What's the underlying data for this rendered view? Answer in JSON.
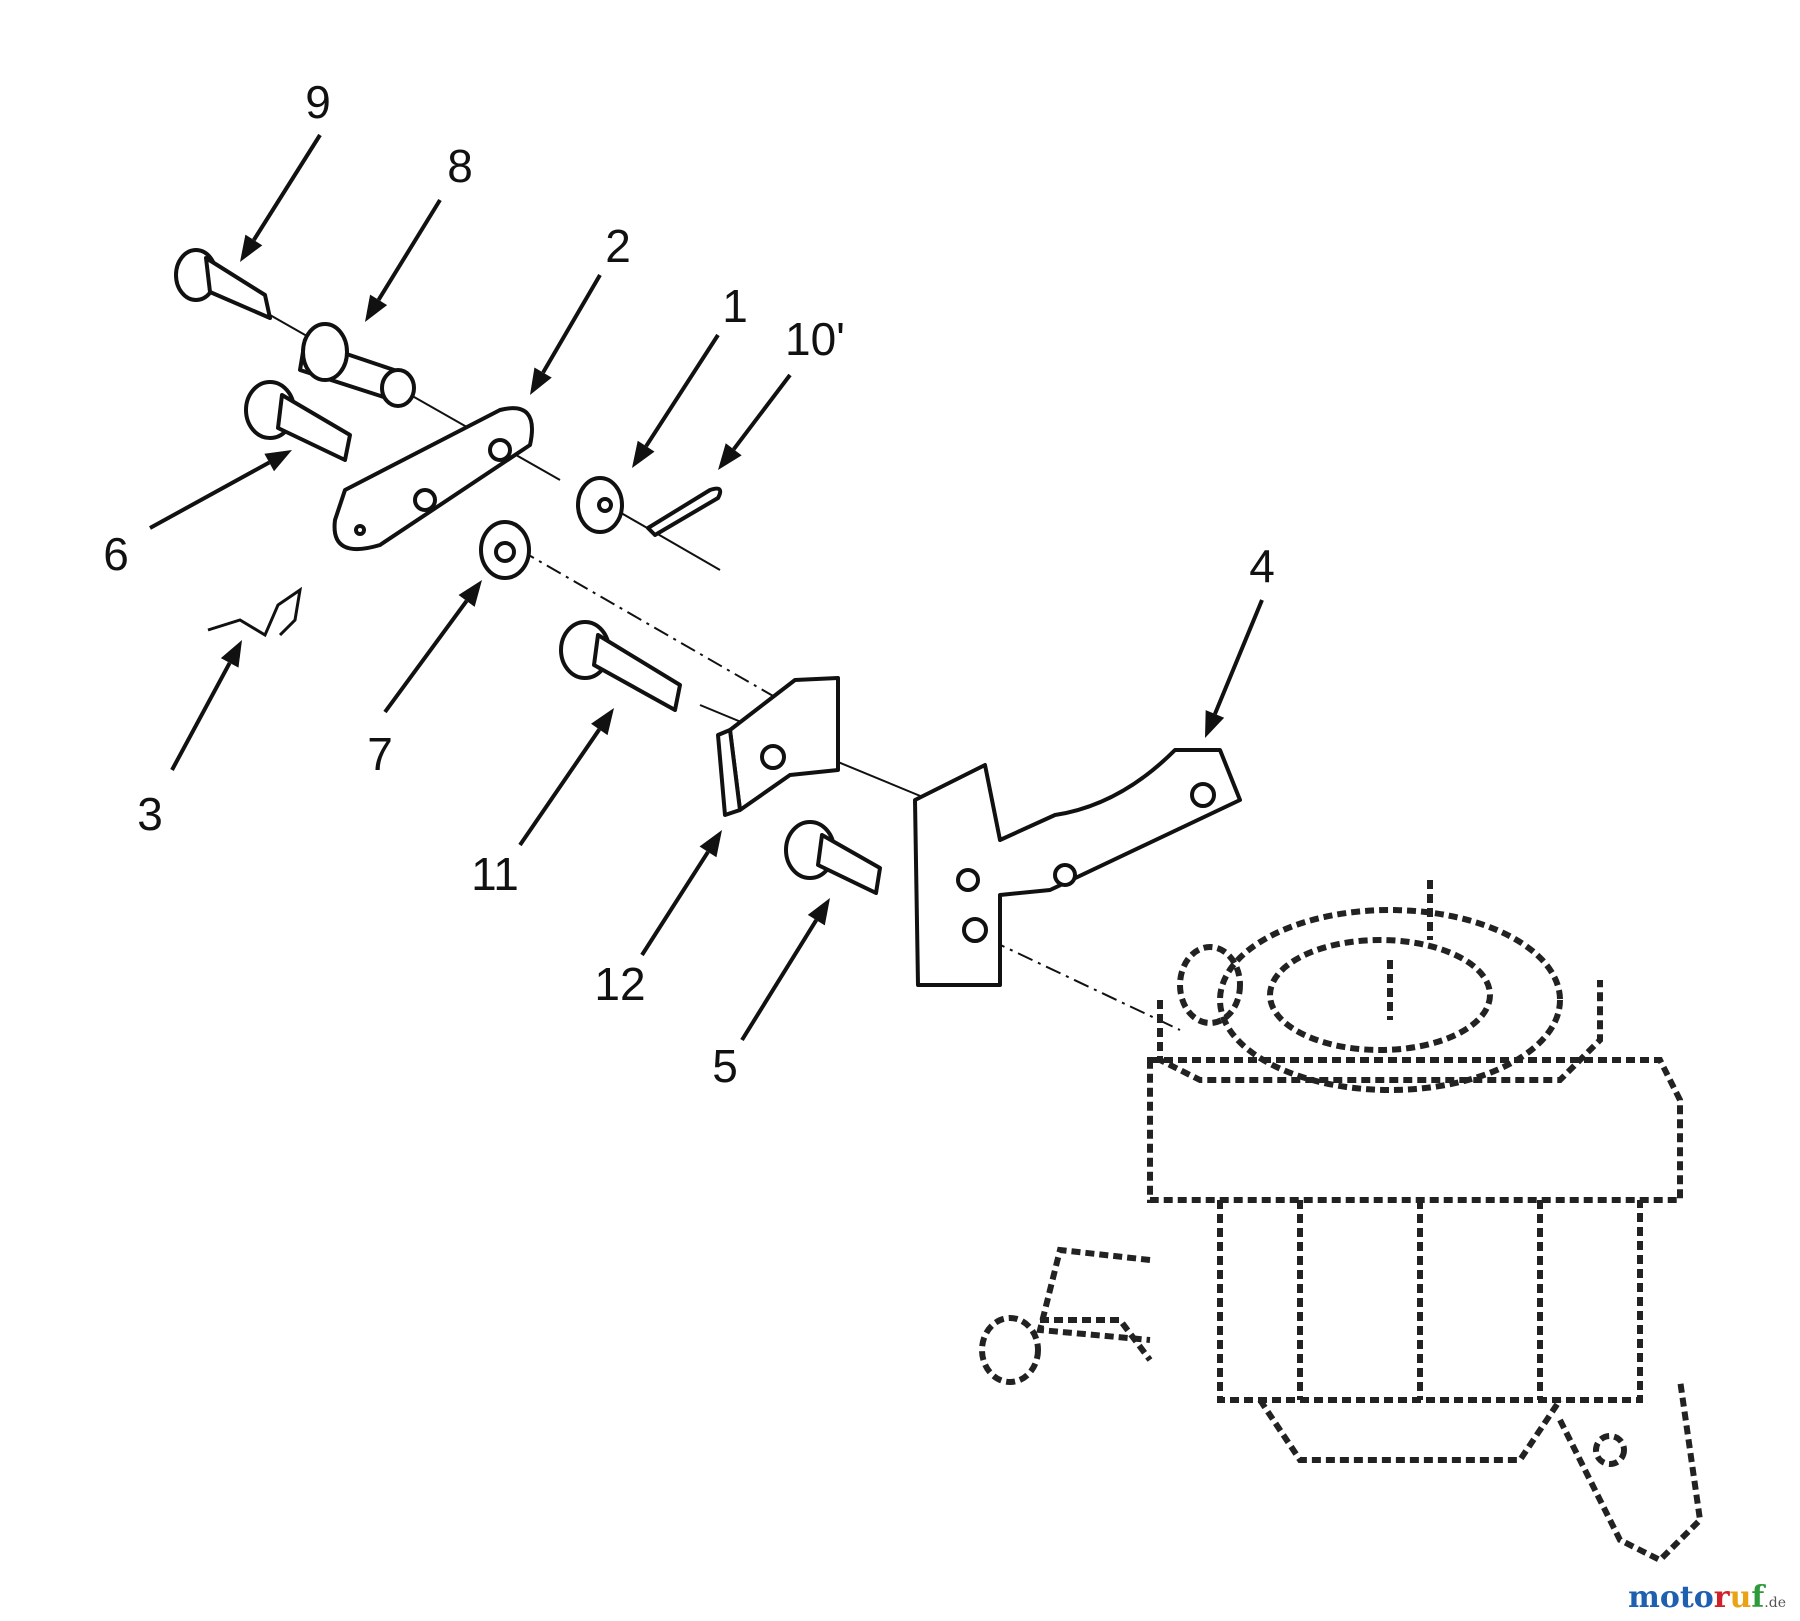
{
  "diagram": {
    "callouts": [
      {
        "id": "9",
        "label": "9"
      },
      {
        "id": "8",
        "label": "8"
      },
      {
        "id": "2",
        "label": "2"
      },
      {
        "id": "1",
        "label": "1"
      },
      {
        "id": "10",
        "label": "10'"
      },
      {
        "id": "6",
        "label": "6"
      },
      {
        "id": "3",
        "label": "3"
      },
      {
        "id": "7",
        "label": "7"
      },
      {
        "id": "4",
        "label": "4"
      },
      {
        "id": "11",
        "label": "11"
      },
      {
        "id": "12",
        "label": "12"
      },
      {
        "id": "5",
        "label": "5"
      }
    ]
  },
  "watermark": {
    "letters": [
      {
        "ch": "m",
        "color": "#1f5fb0"
      },
      {
        "ch": "o",
        "color": "#1f5fb0"
      },
      {
        "ch": "t",
        "color": "#1f5fb0"
      },
      {
        "ch": "o",
        "color": "#1f5fb0"
      },
      {
        "ch": "r",
        "color": "#d0202a"
      },
      {
        "ch": "u",
        "color": "#e8a317"
      },
      {
        "ch": "f",
        "color": "#2e9a3c"
      }
    ],
    "suffix": ".de"
  }
}
